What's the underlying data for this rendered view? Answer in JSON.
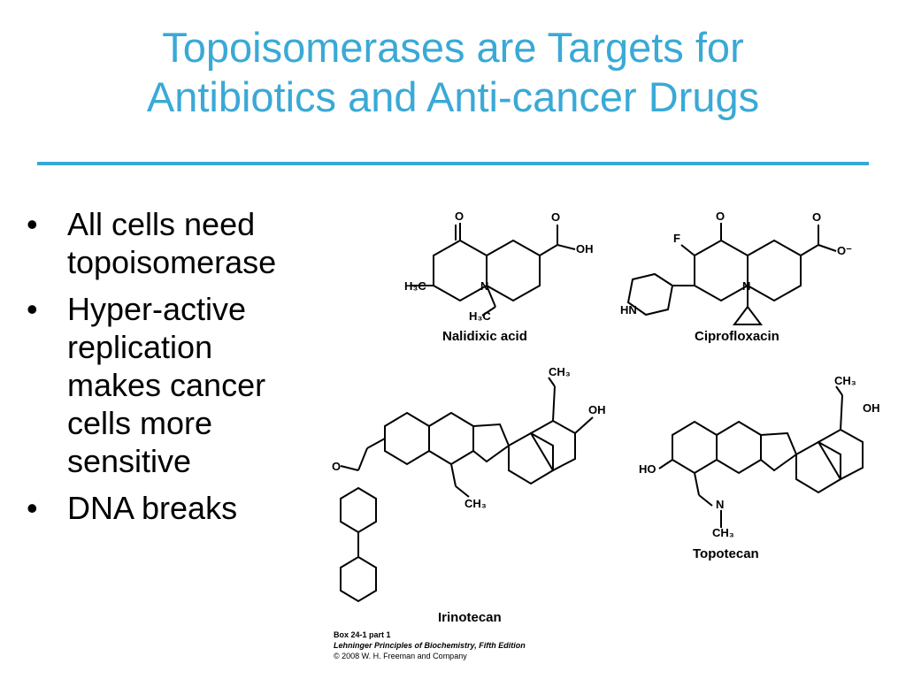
{
  "slide": {
    "title_line1": "Topoisomerases are Targets for",
    "title_line2": "Antibiotics and Anti-cancer Drugs",
    "accent_color": "#3aa9d6"
  },
  "bullets": [
    "All cells need\ntopoisomerase",
    "Hyper-active\nreplication\nmakes cancer\ncells more\nsensitive",
    "DNA breaks"
  ],
  "bullet_glyph": "•",
  "figure": {
    "compounds": [
      "Nalidixic acid",
      "Ciprofloxacin",
      "Irinotecan",
      "Topotecan"
    ],
    "credit_line1": "Box 24-1 part 1",
    "credit_line2": "Lehninger Principles of Biochemistry, Fifth Edition",
    "credit_line3": "© 2008 W. H. Freeman and Company"
  }
}
